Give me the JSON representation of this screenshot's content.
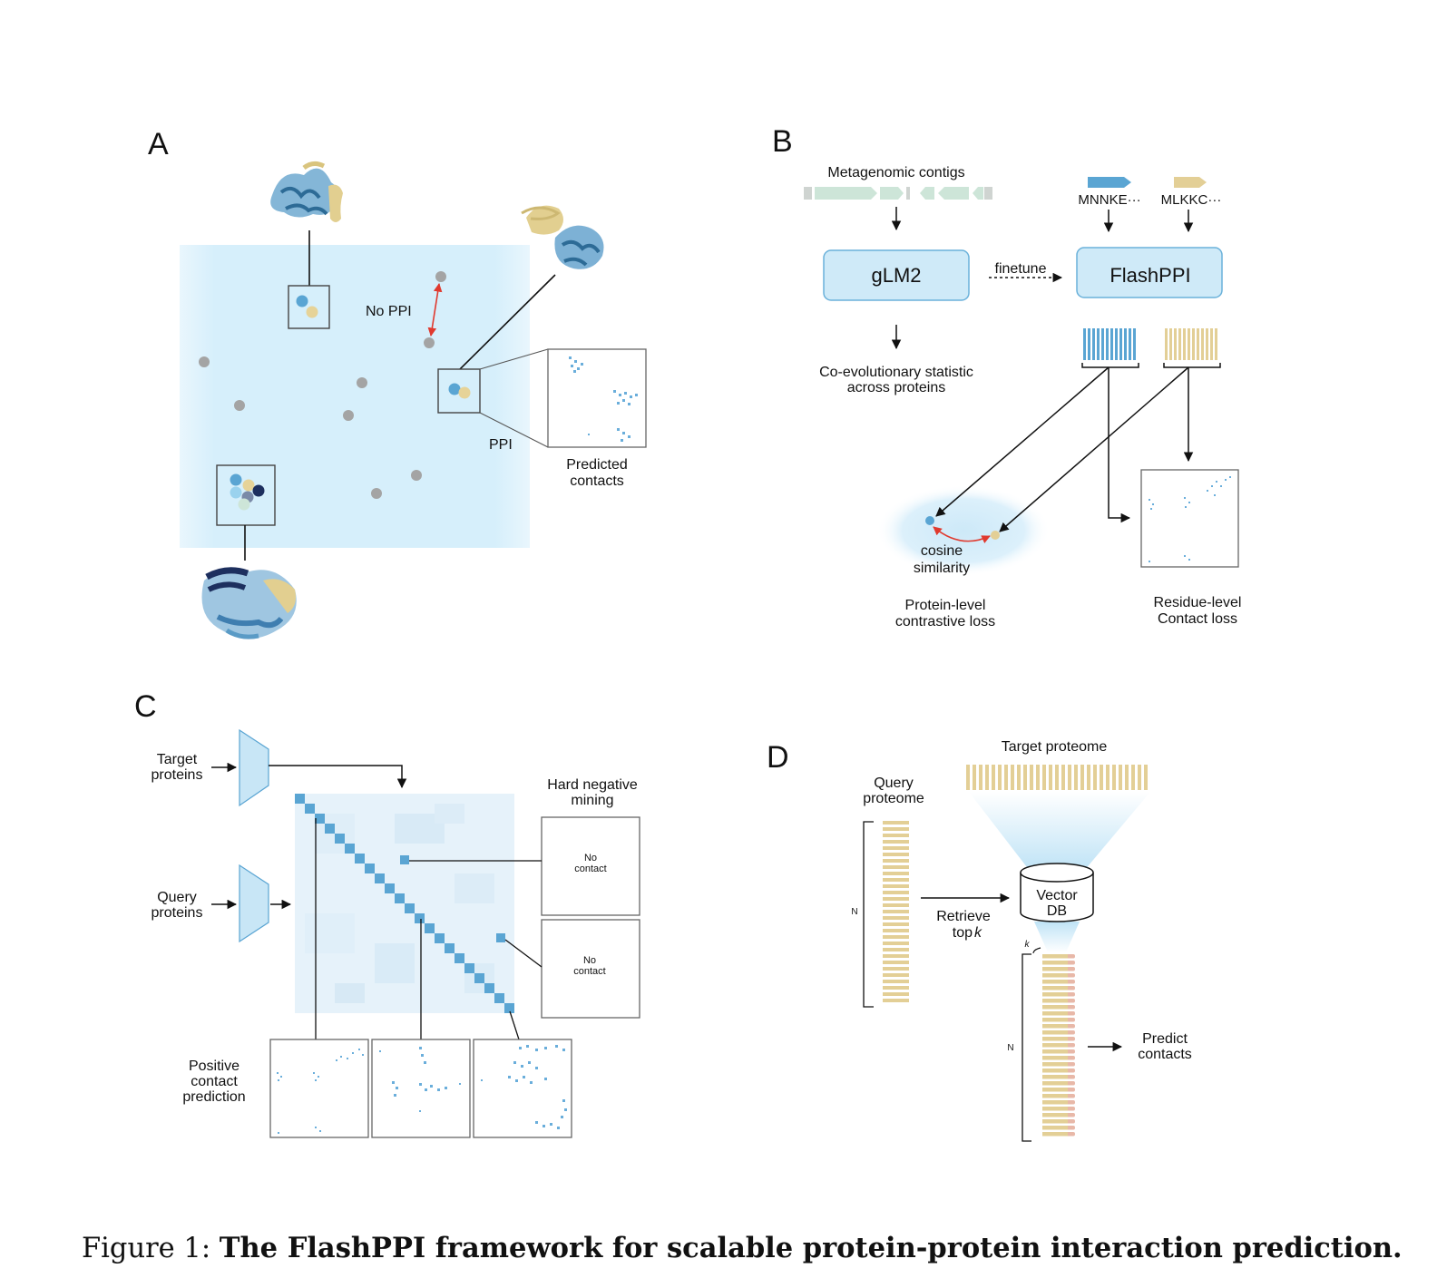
{
  "panels": {
    "a": {
      "letter": "A",
      "no_ppi": "No PPI",
      "ppi": "PPI",
      "predicted_contacts": [
        "Predicted",
        "contacts"
      ]
    },
    "b": {
      "letter": "B",
      "metagenomic_contigs": "Metagenomic contigs",
      "seq1": "MNNKE···",
      "seq2": "MLKKC···",
      "glm2": "gLM2",
      "finetune": "finetune",
      "flashppi": "FlashPPI",
      "coevolution": [
        "Co-evolutionary statistic",
        "across proteins"
      ],
      "cosine": [
        "cosine",
        "similarity"
      ],
      "protein_loss": [
        "Protein-level",
        "contrastive loss"
      ],
      "residue_loss": [
        "Residue-level",
        "Contact loss"
      ]
    },
    "c": {
      "letter": "C",
      "target_proteins": [
        "Target",
        "proteins"
      ],
      "query_proteins": [
        "Query",
        "proteins"
      ],
      "hard_negative": [
        "Hard negative",
        "mining"
      ],
      "no_contact": [
        "No",
        "contact"
      ],
      "positive": [
        "Positive",
        "contact",
        "prediction"
      ]
    },
    "d": {
      "letter": "D",
      "target_proteome": "Target proteome",
      "query_proteome": [
        "Query",
        "proteome"
      ],
      "n_label": "N",
      "vector_db": [
        "Vector",
        "DB"
      ],
      "retrieve": "Retrieve",
      "top": "top",
      "k": "k",
      "predict": [
        "Predict",
        "contacts"
      ]
    }
  },
  "caption": {
    "label": "Figure 1:",
    "title": "The FlashPPI framework for scalable protein-protein interaction prediction."
  },
  "colors": {
    "blue": "#5aa5d3",
    "light_blue": "#d8effa",
    "tan": "#e3cf96",
    "gray": "#a4a4a4",
    "red": "#e03a2f",
    "navy": "#1d2f5e",
    "mint": "#cde5d8"
  }
}
